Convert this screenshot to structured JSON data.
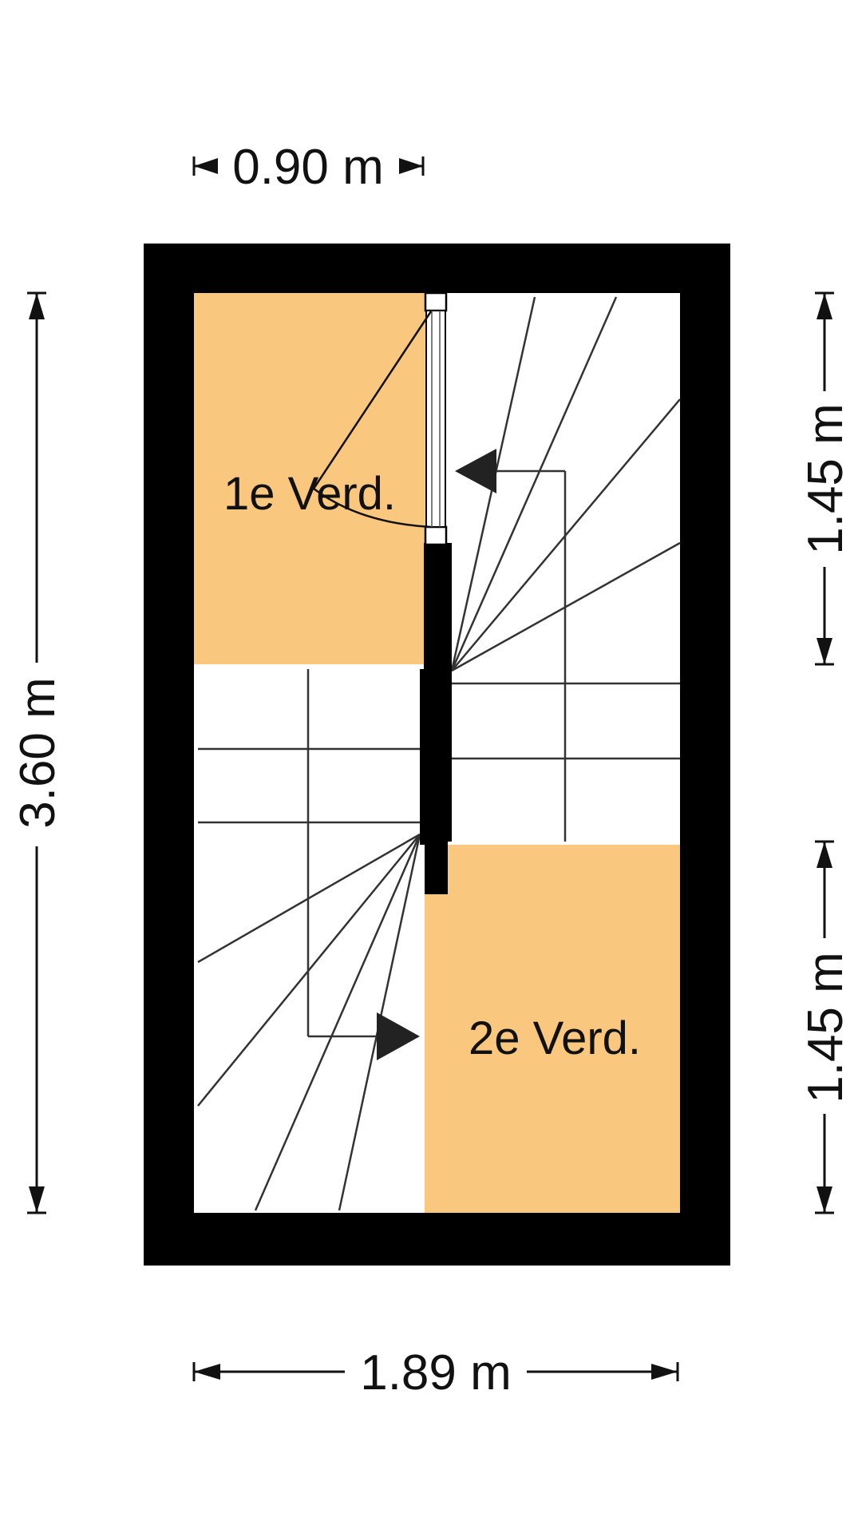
{
  "colors": {
    "wall": "#000000",
    "room_fill": "#FAC77E",
    "stair_fill": "#FFFFFF",
    "line": "#333333",
    "background": "#FFFFFF"
  },
  "rooms": [
    {
      "id": "first-floor-landing",
      "label": "1e Verd."
    },
    {
      "id": "second-floor-landing",
      "label": "2e Verd."
    }
  ],
  "dimensions": {
    "top_width": "0.90 m",
    "left_height": "3.60 m",
    "right_upper_height": "1.45 m",
    "right_lower_height": "1.45 m",
    "bottom_width": "1.89 m"
  },
  "icons": {
    "up_arrow": "arrow-left-icon",
    "down_arrow": "arrow-right-icon",
    "door": "door-swing-icon"
  }
}
